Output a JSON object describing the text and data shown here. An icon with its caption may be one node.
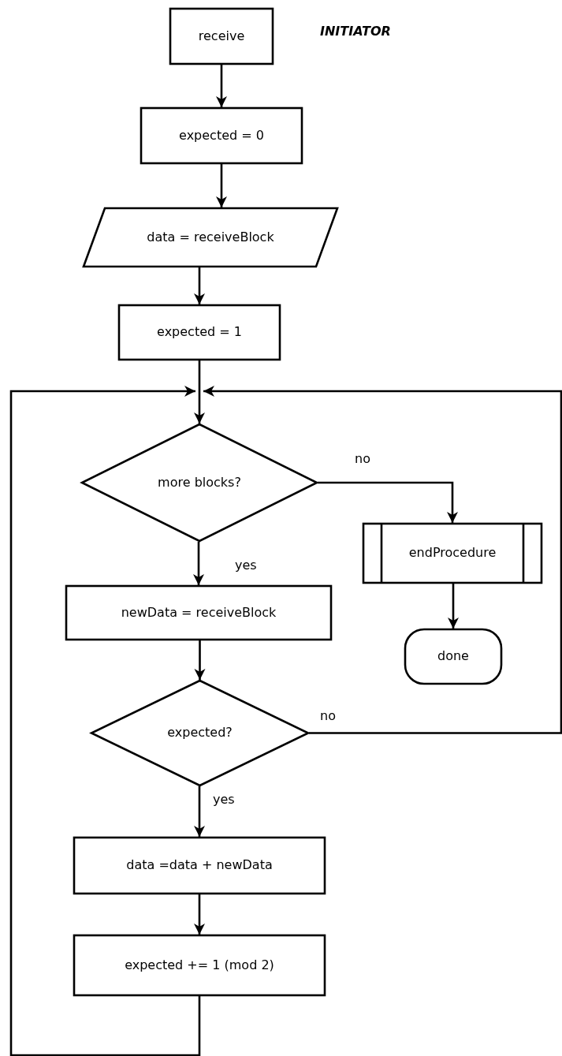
{
  "diagram": {
    "nodes": [
      {
        "text": [
          "receive"
        ]
      },
      {
        "text": [
          "expected = 0"
        ]
      },
      {
        "text": [
          "data = receiveBlock"
        ]
      },
      {
        "text": [
          "expected = 1"
        ]
      },
      {
        "text": [
          "more blocks?"
        ]
      },
      {
        "text": [
          "endProcedure"
        ]
      },
      {
        "text": [
          "done"
        ]
      },
      {
        "text": [
          "newData = receiveBlock"
        ]
      },
      {
        "text": [
          "expected?"
        ]
      },
      {
        "text": [
          "data =data + newData"
        ]
      },
      {
        "text": [
          "expected += 1 (mod 2)"
        ]
      }
    ],
    "edges": [
      {
        "from": 0,
        "to": 1,
        "arrow": "to"
      },
      {
        "from": 1,
        "to": 2,
        "arrow": "to"
      },
      {
        "from": 2,
        "to": 3,
        "arrow": "to"
      },
      {
        "from": 3,
        "to": 4,
        "arrow": "to"
      },
      {
        "from": 4,
        "to": 5,
        "arrow": "to",
        "label": "no"
      },
      {
        "from": 5,
        "to": 6,
        "arrow": "to"
      },
      {
        "from": 4,
        "to": 7,
        "arrow": "to",
        "label": "yes"
      },
      {
        "from": 7,
        "to": 8,
        "arrow": "to"
      },
      {
        "from": 8,
        "to": 4,
        "arrow": "to",
        "label": "no"
      },
      {
        "from": 8,
        "to": 9,
        "arrow": "to",
        "label": "yes"
      },
      {
        "from": 9,
        "to": 10,
        "arrow": "to"
      },
      {
        "from": 10,
        "to": 4,
        "arrow": "to"
      }
    ],
    "labels": [
      "INITIATOR"
    ]
  }
}
